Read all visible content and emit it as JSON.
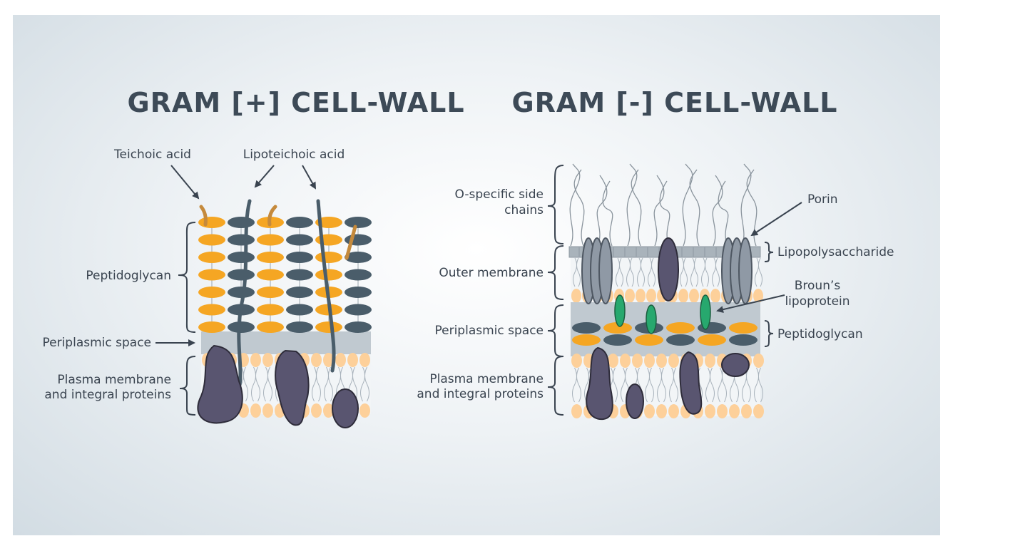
{
  "gram_positive": {
    "title": "GRAM [+] CELL-WALL",
    "labels": {
      "teichoic_acid": "Teichoic acid",
      "lipoteichoic_acid": "Lipoteichoic acid",
      "peptidoglycan": "Peptidoglycan",
      "periplasmic_space": "Periplasmic space",
      "plasma_membrane_line1": "Plasma membrane",
      "plasma_membrane_line2": "and integral proteins"
    }
  },
  "gram_negative": {
    "title": "GRAM [-] CELL-WALL",
    "labels": {
      "o_specific_line1": "O-specific side",
      "o_specific_line2": "chains",
      "porin": "Porin",
      "lipopolysaccharide": "Lipopolysaccharide",
      "outer_membrane": "Outer membrane",
      "brouns_line1": "Broun’s",
      "brouns_line2": "lipoprotein",
      "periplasmic_space": "Periplasmic space",
      "peptidoglycan": "Peptidoglycan",
      "plasma_membrane_line1": "Plasma membrane",
      "plasma_membrane_line2": "and integral proteins"
    }
  },
  "colors": {
    "background": "#dde5ea",
    "title": "#3d4a57",
    "orange_oval": "#f5a623",
    "slate_oval": "#4a5d6a",
    "head_circle": "#fdd09a",
    "protein": "#595570",
    "periplasm": "#c0c9d0",
    "lps_bar": "#a9b3bb",
    "porin": "#8f99a5",
    "lipoprotein": "#27a86e",
    "teichoic_brown": "#c58a3c"
  }
}
